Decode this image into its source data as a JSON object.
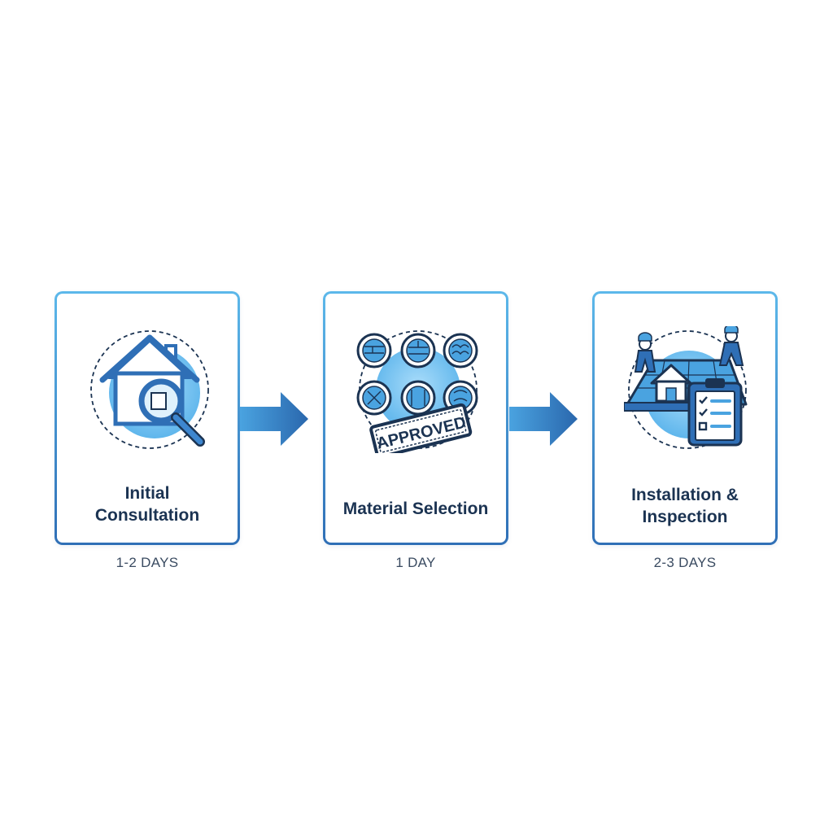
{
  "steps": [
    {
      "title": "Initial\nConsultation",
      "duration": "1-2 DAYS",
      "icon": "house-magnifier-icon"
    },
    {
      "title": "Material Selection",
      "duration": "1 DAY",
      "icon": "roofing-samples-approved-icon",
      "stamp_text": "APPROVED"
    },
    {
      "title": "Installation &\nInspection",
      "duration": "2-3 DAYS",
      "icon": "roof-workers-clipboard-icon"
    }
  ],
  "colors": {
    "card_border_top": "#5cb8ea",
    "card_border_bottom": "#2f6fb6",
    "icon_blue": "#2f6fb6",
    "icon_fill": "#7fc6f2",
    "title_text": "#1b3352",
    "duration_text": "#3a4b61"
  }
}
